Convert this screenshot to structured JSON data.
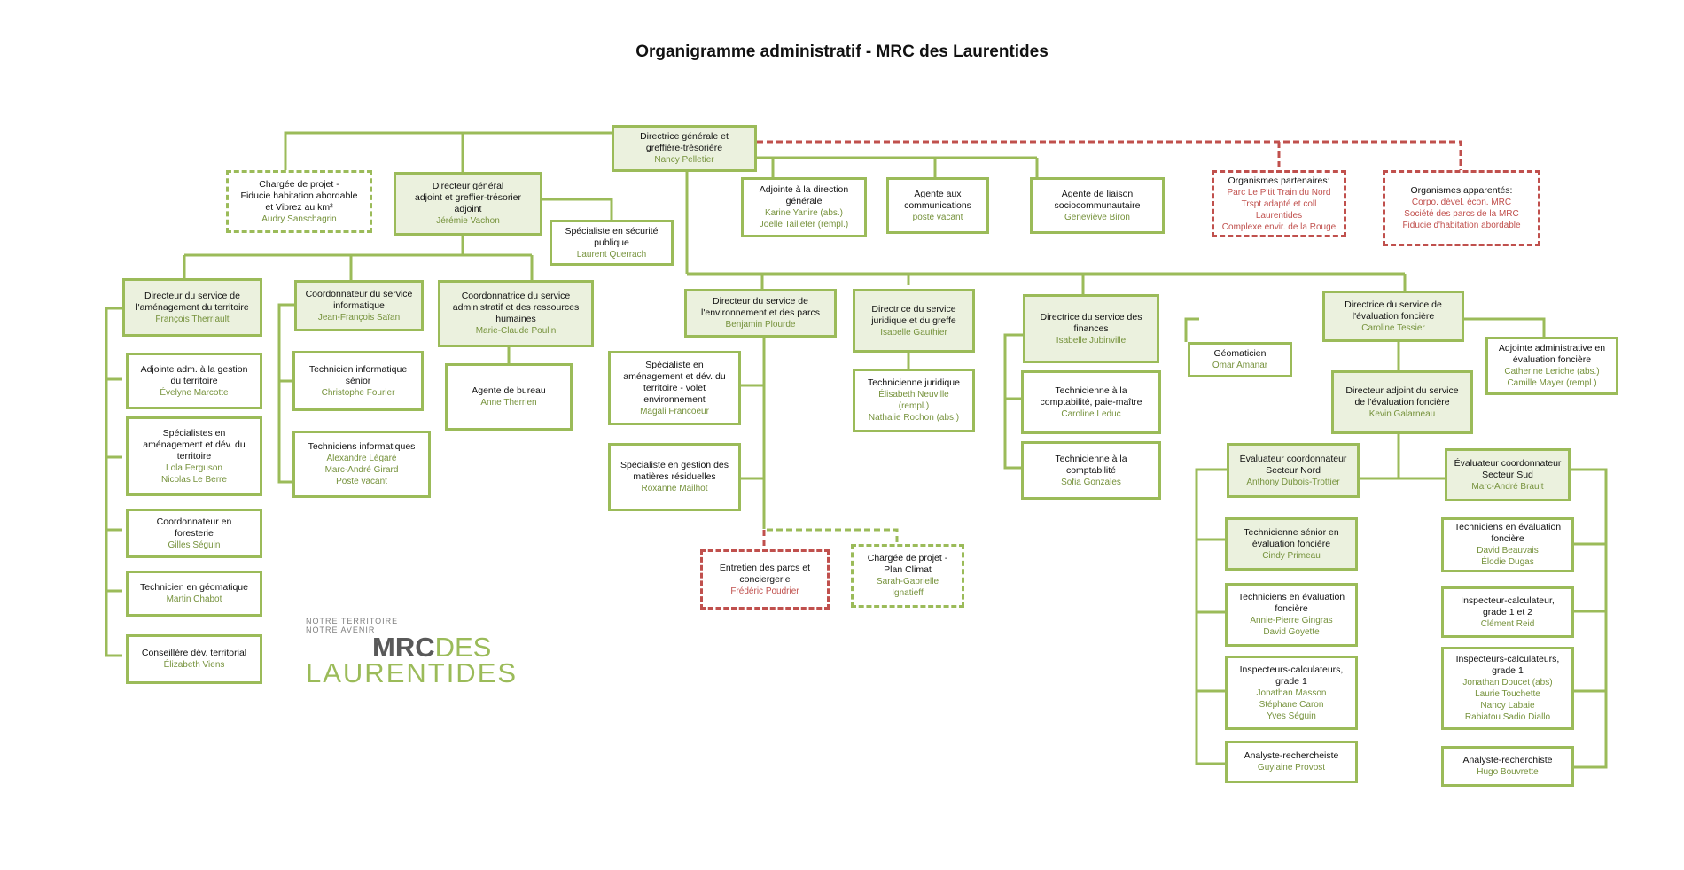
{
  "title": "Organigramme administratif - MRC des Laurentides",
  "logo": {
    "tagline_1": "NOTRE TERRITOIRE",
    "tagline_2": "NOTRE AVENIR",
    "mrc": "MRC",
    "des": "DES",
    "name": "LAURENTIDES"
  },
  "colors": {
    "border_green": "#9bbb59",
    "fill_green": "#ebf1de",
    "name_green": "#76923c",
    "partner_red": "#c0504d"
  },
  "boxes": {
    "dg": {
      "title": "Directrice générale et\ngreffière-trésorière",
      "names": "Nancy Pelletier"
    },
    "projet_fiducie": {
      "title": "Chargée de projet -\nFiducie habitation abordable\net Vibrez au km²",
      "names": "Audry Sanschagrin"
    },
    "dga": {
      "title": "Directeur général\nadjoint et greffier-trésorier\nadjoint",
      "names": "Jérémie Vachon"
    },
    "securite": {
      "title": "Spécialiste en sécurité\npublique",
      "names": "Laurent Querrach"
    },
    "adjointe_direction": {
      "title": "Adjointe à la direction\ngénérale",
      "names": "Karine Yanire (abs.)\nJoëlle Taillefer (rempl.)"
    },
    "communications": {
      "title": "Agente aux\ncommunications",
      "names": "poste vacant"
    },
    "liaison": {
      "title": "Agente de liaison\nsociocommunautaire",
      "names": "Geneviève Biron"
    },
    "partenaires": {
      "title": "Organismes partenaires:",
      "names": "Parc Le P'tit Train du Nord\nTrspt adapté et coll Laurentides\nComplexe envir. de la Rouge"
    },
    "apparentes": {
      "title": "Organismes apparentés:",
      "names": "Corpo. dével. écon. MRC\nSociété des parcs de la MRC\nFiducie d'habitation abordable"
    },
    "amenagement": {
      "title": "Directeur du service de\nl'aménagement du territoire",
      "names": "François Therriault"
    },
    "informatique": {
      "title": "Coordonnateur du service\ninformatique",
      "names": "Jean-François Saïan"
    },
    "rh": {
      "title": "Coordonnatrice du service\nadministratif et des ressources\nhumaines",
      "names": "Marie-Claude Poulin"
    },
    "adj_gestion": {
      "title": "Adjointe adm. à la gestion\ndu territoire",
      "names": "Évelyne Marcotte"
    },
    "specialistes_amen": {
      "title": "Spécialistes en\naménagement et dév. du\nterritoire",
      "names": "Lola Ferguson\nNicolas Le Berre"
    },
    "foresterie": {
      "title": "Coordonnateur en\nforesterie",
      "names": "Gilles Séguin"
    },
    "geomatique": {
      "title": "Technicien en géomatique",
      "names": "Martin Chabot"
    },
    "conseillere": {
      "title": "Conseillère dév. territorial",
      "names": "Élizabeth Viens"
    },
    "tech_info_senior": {
      "title": "Technicien informatique\nsénior",
      "names": "Christophe Fourier"
    },
    "techs_info": {
      "title": "Techniciens informatiques",
      "names": "Alexandre Légaré\nMarc-André Girard\nPoste vacant"
    },
    "agente_bureau": {
      "title": "Agente de bureau",
      "names": "Anne Therrien"
    },
    "environnement": {
      "title": "Directeur du service de\nl'environnement et des parcs",
      "names": "Benjamin Plourde"
    },
    "spec_env": {
      "title": "Spécialiste en\naménagement et dév. du\nterritoire - volet\nenvironnement",
      "names": "Magali Francoeur"
    },
    "residuelles": {
      "title": "Spécialiste en gestion des\nmatières résiduelles",
      "names": "Roxanne Mailhot"
    },
    "entretien": {
      "title": "Entretien des parcs et\nconciergerie",
      "names": "Frédéric Poudrier"
    },
    "plan_climat": {
      "title": "Chargée de projet -\nPlan Climat",
      "names": "Sarah-Gabrielle\nIgnatieff"
    },
    "juridique": {
      "title": "Directrice du service\njuridique et du greffe",
      "names": "Isabelle Gauthier"
    },
    "tech_juridique": {
      "title": "Technicienne juridique",
      "names": "Élisabeth Neuville\n(rempl.)\nNathalie Rochon (abs.)"
    },
    "finances": {
      "title": "Directrice du service des\nfinances",
      "names": "Isabelle Jubinville"
    },
    "compta_paie": {
      "title": "Technicienne à la\ncomptabilité, paie-maître",
      "names": "Caroline Leduc"
    },
    "compta": {
      "title": "Technicienne à la\ncomptabilité",
      "names": "Sofia Gonzales"
    },
    "eval_dir": {
      "title": "Directrice du service de\nl'évaluation foncière",
      "names": "Caroline Tessier"
    },
    "geomaticien": {
      "title": "Géomaticien",
      "names": "Omar Amanar"
    },
    "adj_eval": {
      "title": "Adjointe administrative en\névaluation foncière",
      "names": "Catherine Leriche (abs.)\nCamille  Mayer (rempl.)"
    },
    "eval_adj_dir": {
      "title": "Directeur adjoint du service\nde l'évaluation foncière",
      "names": "Kevin Galarneau"
    },
    "eval_nord": {
      "title": "Évaluateur coordonnateur\nSecteur Nord",
      "names": "Anthony Dubois-Trottier"
    },
    "eval_sud": {
      "title": "Évaluateur coordonnateur\nSecteur Sud",
      "names": "Marc-André Brault"
    },
    "tech_senior_eval": {
      "title": "Technicienne sénior en\névaluation foncière",
      "names": "Cindy Primeau"
    },
    "techs_eval_n": {
      "title": "Techniciens en évaluation\nfoncière",
      "names": "Annie-Pierre Gingras\nDavid Goyette"
    },
    "insp_n": {
      "title": "Inspecteurs-calculateurs,\ngrade 1",
      "names": "Jonathan Masson\nStéphane Caron\nYves Séguin"
    },
    "analyste_n": {
      "title": "Analyste-rechercheiste",
      "names": "Guylaine Provost"
    },
    "techs_eval_s": {
      "title": "Techniciens en évaluation\nfoncière",
      "names": "David Beauvais\nÉlodie Dugas"
    },
    "insp_s12": {
      "title": "Inspecteur-calculateur,\ngrade 1 et 2",
      "names": "Clément Reid"
    },
    "insp_s1": {
      "title": "Inspecteurs-calculateurs,\ngrade 1",
      "names": "Jonathan Doucet (abs)\nLaurie Touchette\nNancy Labaie\nRabiatou Sadio Diallo"
    },
    "analyste_s": {
      "title": "Analyste-recherchiste",
      "names": "Hugo Bouvrette"
    }
  }
}
